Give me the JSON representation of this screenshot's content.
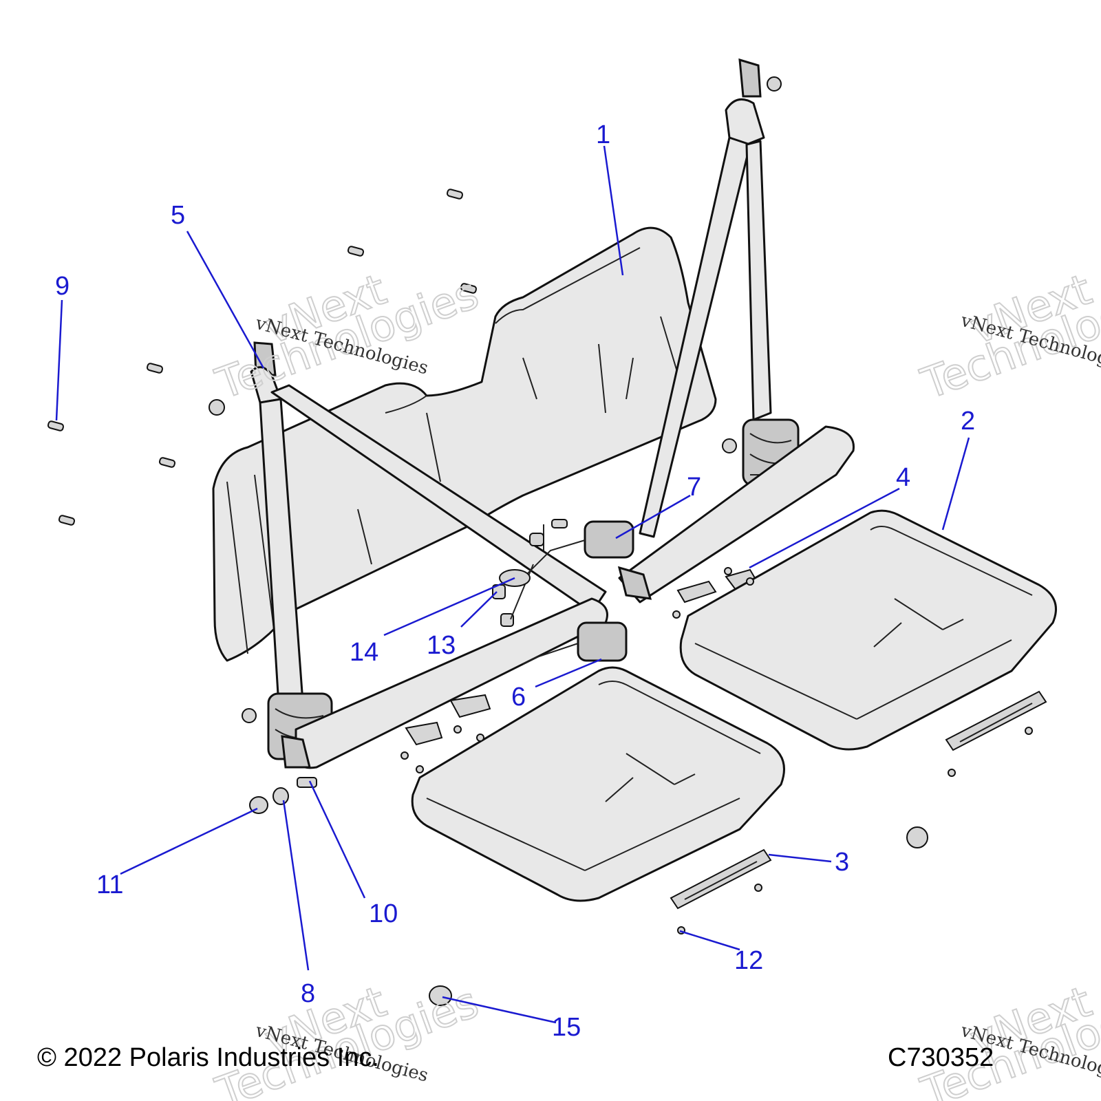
{
  "callouts": {
    "c1": "1",
    "c2": "2",
    "c3": "3",
    "c4": "4",
    "c5": "5",
    "c6": "6",
    "c7": "7",
    "c8": "8",
    "c9": "9",
    "c10": "10",
    "c11": "11",
    "c12": "12",
    "c13": "13",
    "c14": "14",
    "c15": "15"
  },
  "watermarks": {
    "brand_small": "vNext Technologies",
    "brand_big_line1": "vNext",
    "brand_big_line2": "Technologies"
  },
  "footer": {
    "copyright": "© 2022 Polaris Industries Inc.",
    "drawing_id": "C730352"
  },
  "colors": {
    "callout": "#1a1ad0",
    "line": "#111111",
    "fill": "#e8e8e8"
  }
}
